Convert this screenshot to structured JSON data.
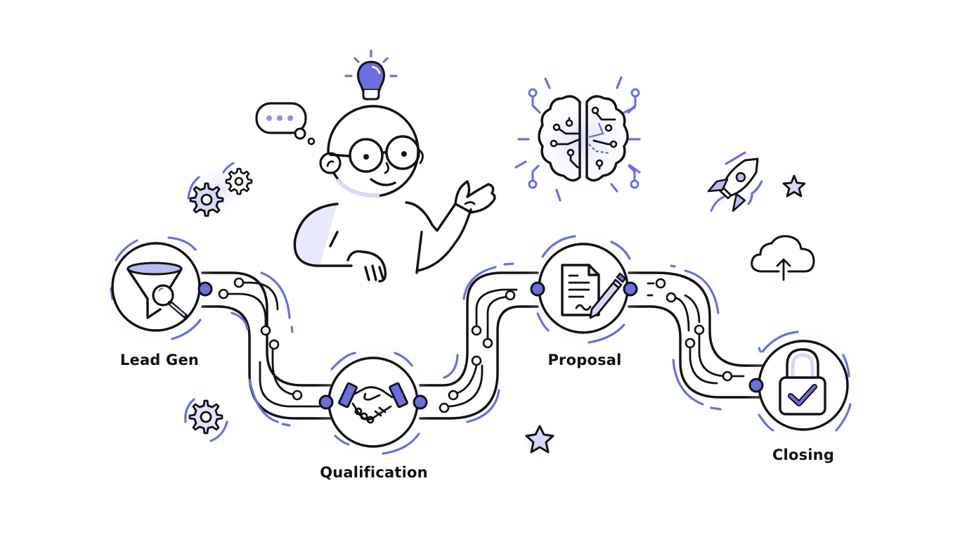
{
  "diagram": {
    "type": "sales-pipeline-flow",
    "colors": {
      "ink": "#111111",
      "accent": "#6b6fe0",
      "accent_light": "#d7d8fa",
      "background": "#ffffff"
    },
    "stages": [
      {
        "id": "lead-gen",
        "label": "Lead Gen",
        "icon": "funnel-magnifier-icon"
      },
      {
        "id": "qualification",
        "label": "Qualification",
        "icon": "handshake-icon"
      },
      {
        "id": "proposal",
        "label": "Proposal",
        "icon": "document-pen-icon"
      },
      {
        "id": "closing",
        "label": "Closing",
        "icon": "padlock-check-icon"
      }
    ],
    "decorations": [
      "lightbulb-icon",
      "thought-bubble-icon",
      "person-with-glasses",
      "brain-circuit-icon",
      "gears-icon",
      "gear-icon",
      "rocket-icon",
      "star-icon",
      "cloud-upload-icon"
    ]
  }
}
